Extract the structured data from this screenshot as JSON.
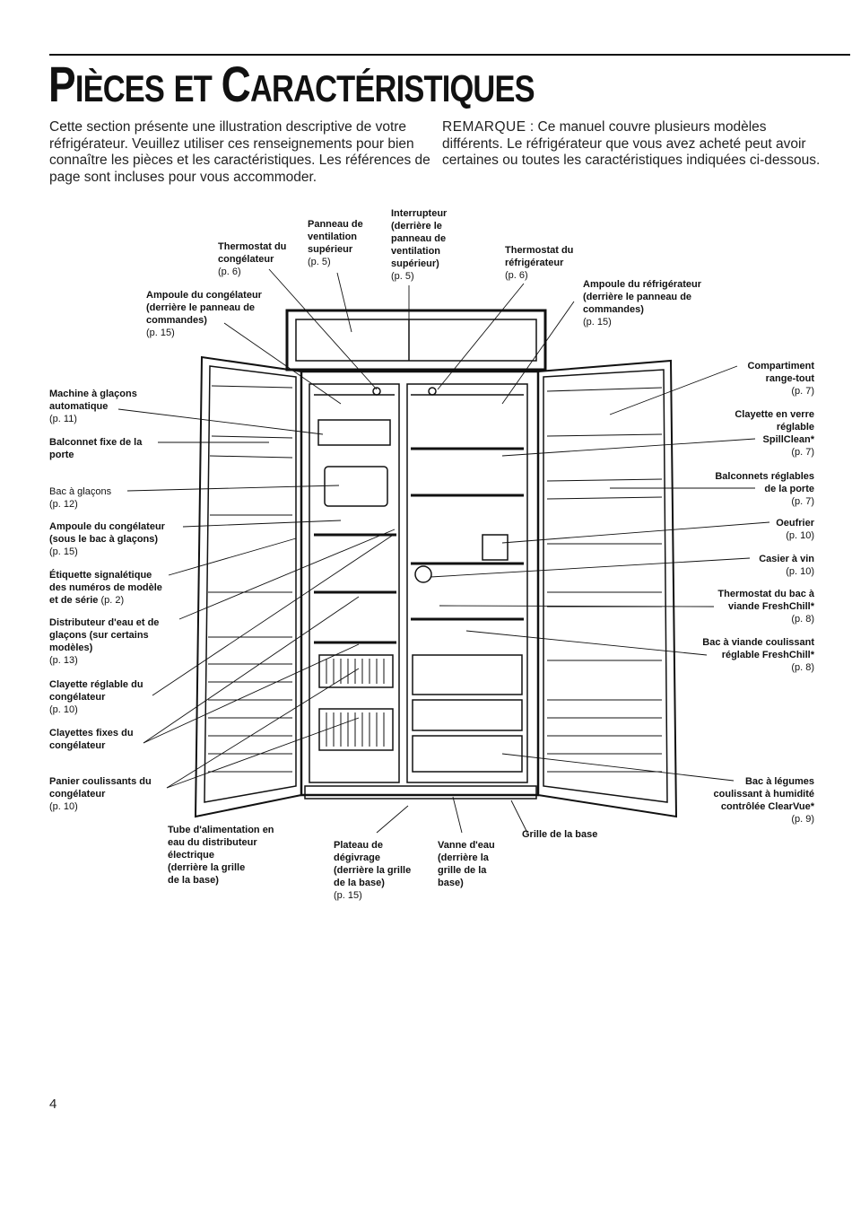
{
  "title": {
    "w1_first": "P",
    "w1_rest": "IÈCES",
    "w2_first": "ET",
    "w3_first": "C",
    "w3_rest": "ARACTÉRISTIQUES"
  },
  "intro_left": "Cette section présente une illustration descriptive de votre réfrigérateur. Veuillez utiliser ces renseignements pour bien connaître les pièces et les caractéristiques. Les références de page sont incluses pour vous accommoder.",
  "intro_right": {
    "label": "REMARQUE",
    "text": " : Ce manuel couvre plusieurs modèles différents. Le réfrigérateur que vous avez acheté peut avoir certaines ou toutes les caractéristiques indiquées ci-dessous."
  },
  "labels": {
    "panneau_vent": {
      "text": "Panneau de\nventilation\nsupérieur",
      "page": "(p. 5)"
    },
    "interrupteur": {
      "text": "Interrupteur\n(derrière le\npanneau de\nventilation\nsupérieur)",
      "page": "(p. 5)"
    },
    "thermo_cong": {
      "text": "Thermostat du\ncongélateur",
      "page": "(p. 6)"
    },
    "thermo_refr": {
      "text": "Thermostat du\nréfrigérateur",
      "page": "(p. 6)"
    },
    "ampoule_refr": {
      "text": "Ampoule du réfrigérateur\n(derrière le panneau de\ncommandes)",
      "page": "(p. 15)"
    },
    "ampoule_cong": {
      "text": "Ampoule du congélateur\n(derrière le panneau de\ncommandes)",
      "page": "(p. 15)"
    },
    "machine_glacons": {
      "text": "Machine à glaçons\nautomatique",
      "page": "(p. 11)"
    },
    "balconnet_fixe": {
      "text": "Balconnet fixe de la\nporte",
      "page": ""
    },
    "bac_glacons": {
      "text": "Bac à glaçons",
      "page": "(p. 12)"
    },
    "ampoule_cong2": {
      "text": "Ampoule du congélateur\n(sous le bac à glaçons)",
      "page": "(p. 15)"
    },
    "etiquette": {
      "text": "Étiquette signalétique\ndes numéros de modèle\net de série",
      "page": "(p. 2)"
    },
    "distributeur": {
      "text": "Distributeur d'eau et de\nglaçons (sur certains\nmodèles)",
      "page": "(p. 13)"
    },
    "clayette_reglable_cong": {
      "text": "Clayette réglable du\ncongélateur",
      "page": "(p. 10)"
    },
    "clayettes_fixes": {
      "text": "Clayettes fixes du\ncongélateur",
      "page": ""
    },
    "panier": {
      "text": "Panier coulissants du\ncongélateur",
      "page": "(p. 10)"
    },
    "compartiment": {
      "text": "Compartiment\nrange-tout",
      "page": "(p. 7)"
    },
    "clayette_verre": {
      "text": "Clayette en verre\nréglable\nSpillClean*",
      "page": "(p. 7)"
    },
    "balconnets_regl": {
      "text": "Balconnets réglables\nde la porte",
      "page": "(p. 7)"
    },
    "oeufrier": {
      "text": "Oeufrier",
      "page": "(p. 10)"
    },
    "casier_vin": {
      "text": "Casier à vin",
      "page": "(p. 10)"
    },
    "thermo_viande": {
      "text": "Thermostat du bac à\nviande FreshChill*",
      "page": "(p. 8)"
    },
    "bac_viande": {
      "text": "Bac à viande coulissant\nréglable FreshChill*",
      "page": "(p. 8)"
    },
    "bac_legumes": {
      "text": "Bac à légumes\ncoulissant à humidité\ncontrôlée ClearVue*",
      "page": "(p. 9)"
    },
    "tube": {
      "text": "Tube d'alimentation en\neau du distributeur\nélectrique\n(derrière la grille\nde la base)",
      "page": ""
    },
    "plateau": {
      "text": "Plateau de\ndégivrage\n(derrière la grille\nde la base)",
      "page": "(p. 15)"
    },
    "vanne": {
      "text": "Vanne d'eau\n(derrière la\ngrille de la\nbase)",
      "page": ""
    },
    "grille": {
      "text": "Grille de la base",
      "page": ""
    }
  },
  "page_number": "4"
}
